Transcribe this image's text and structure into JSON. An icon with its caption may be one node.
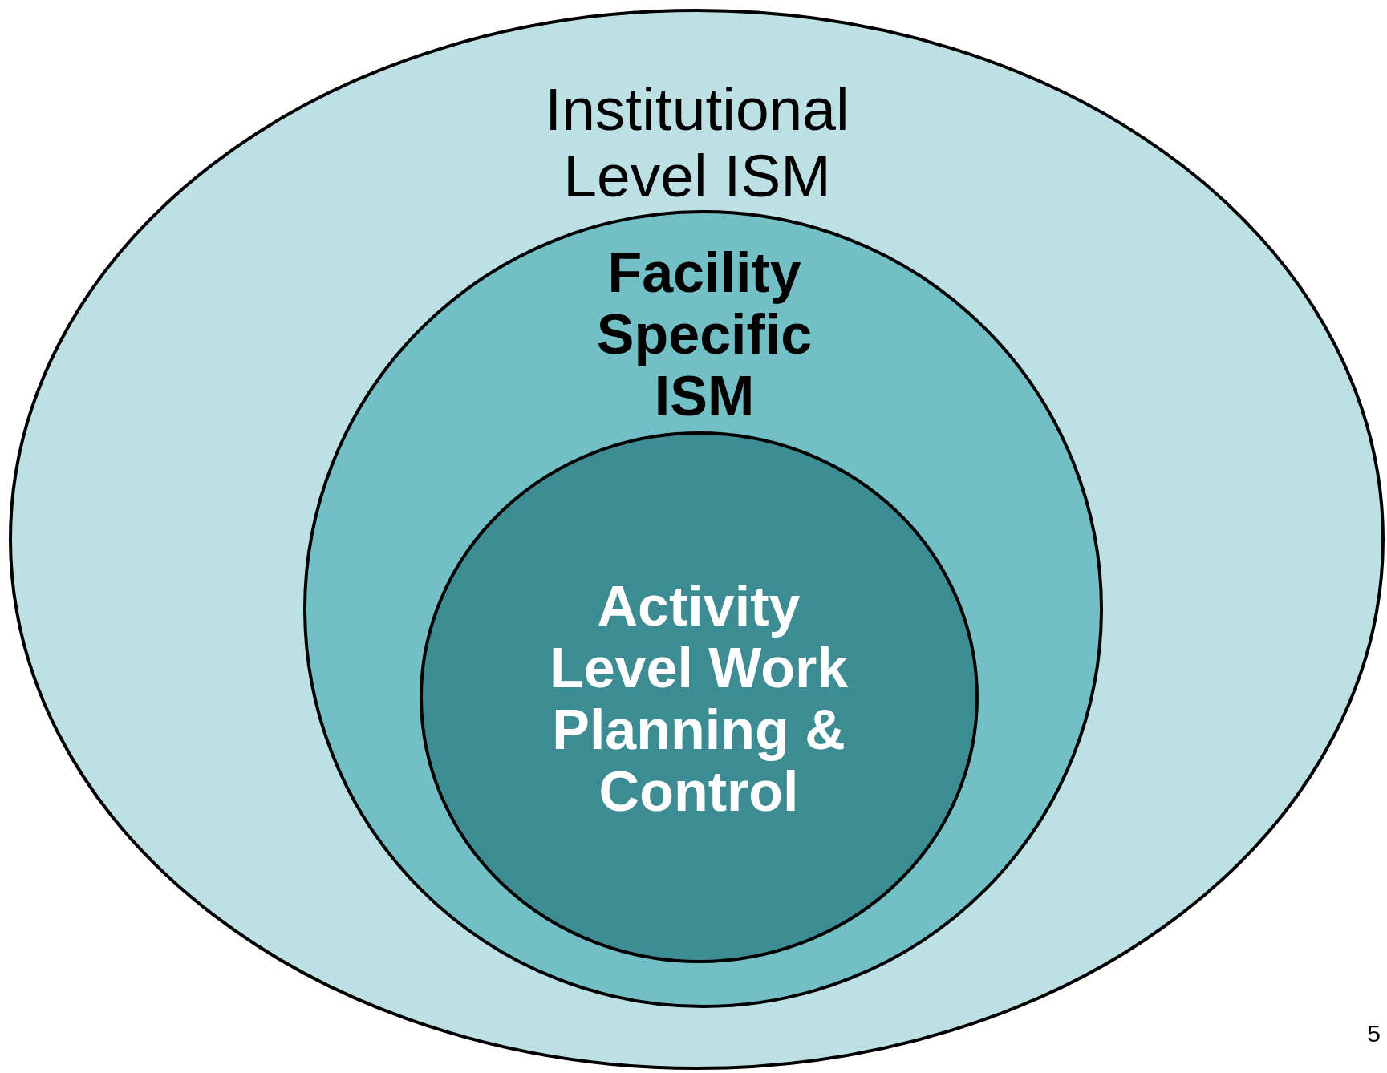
{
  "diagram": {
    "nodes": [
      {
        "text": [
          "Institutional Level ISM"
        ]
      },
      {
        "text": [
          "Facility Specific ISM"
        ],
        "in": 0
      },
      {
        "text": [
          "Activity Level Work Planning & Control"
        ],
        "in": 1
      }
    ],
    "labels": [
      "5"
    ]
  }
}
